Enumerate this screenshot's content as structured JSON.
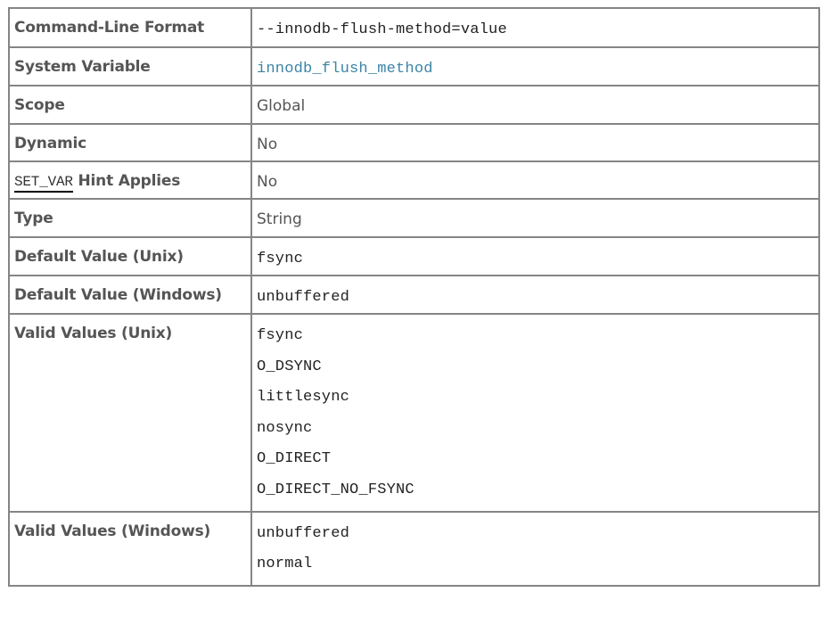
{
  "table": {
    "rows": [
      {
        "label": "Command-Line Format",
        "value": "--innodb-flush-method=value",
        "value_style": "mono"
      },
      {
        "label": "System Variable",
        "value": "innodb_flush_method",
        "value_style": "mono-link"
      },
      {
        "label": "Scope",
        "value": "Global",
        "value_style": "text"
      },
      {
        "label": "Dynamic",
        "value": "No",
        "value_style": "text"
      },
      {
        "label_link": "SET_VAR",
        "label": "Hint Applies",
        "value": "No",
        "value_style": "text"
      },
      {
        "label": "Type",
        "value": "String",
        "value_style": "text"
      },
      {
        "label": "Default Value (Unix)",
        "value": "fsync",
        "value_style": "mono"
      },
      {
        "label": "Default Value (Windows)",
        "value": "unbuffered",
        "value_style": "mono"
      },
      {
        "label": "Valid Values (Unix)",
        "values": [
          "fsync",
          "O_DSYNC",
          "littlesync",
          "nosync",
          "O_DIRECT",
          "O_DIRECT_NO_FSYNC"
        ],
        "value_style": "mono-list"
      },
      {
        "label": "Valid Values (Windows)",
        "values": [
          "unbuffered",
          "normal"
        ],
        "value_style": "mono-list"
      }
    ]
  },
  "colors": {
    "border": "#858585",
    "label_text": "#555555",
    "mono_text": "#222222",
    "link": "#3b84a6"
  }
}
